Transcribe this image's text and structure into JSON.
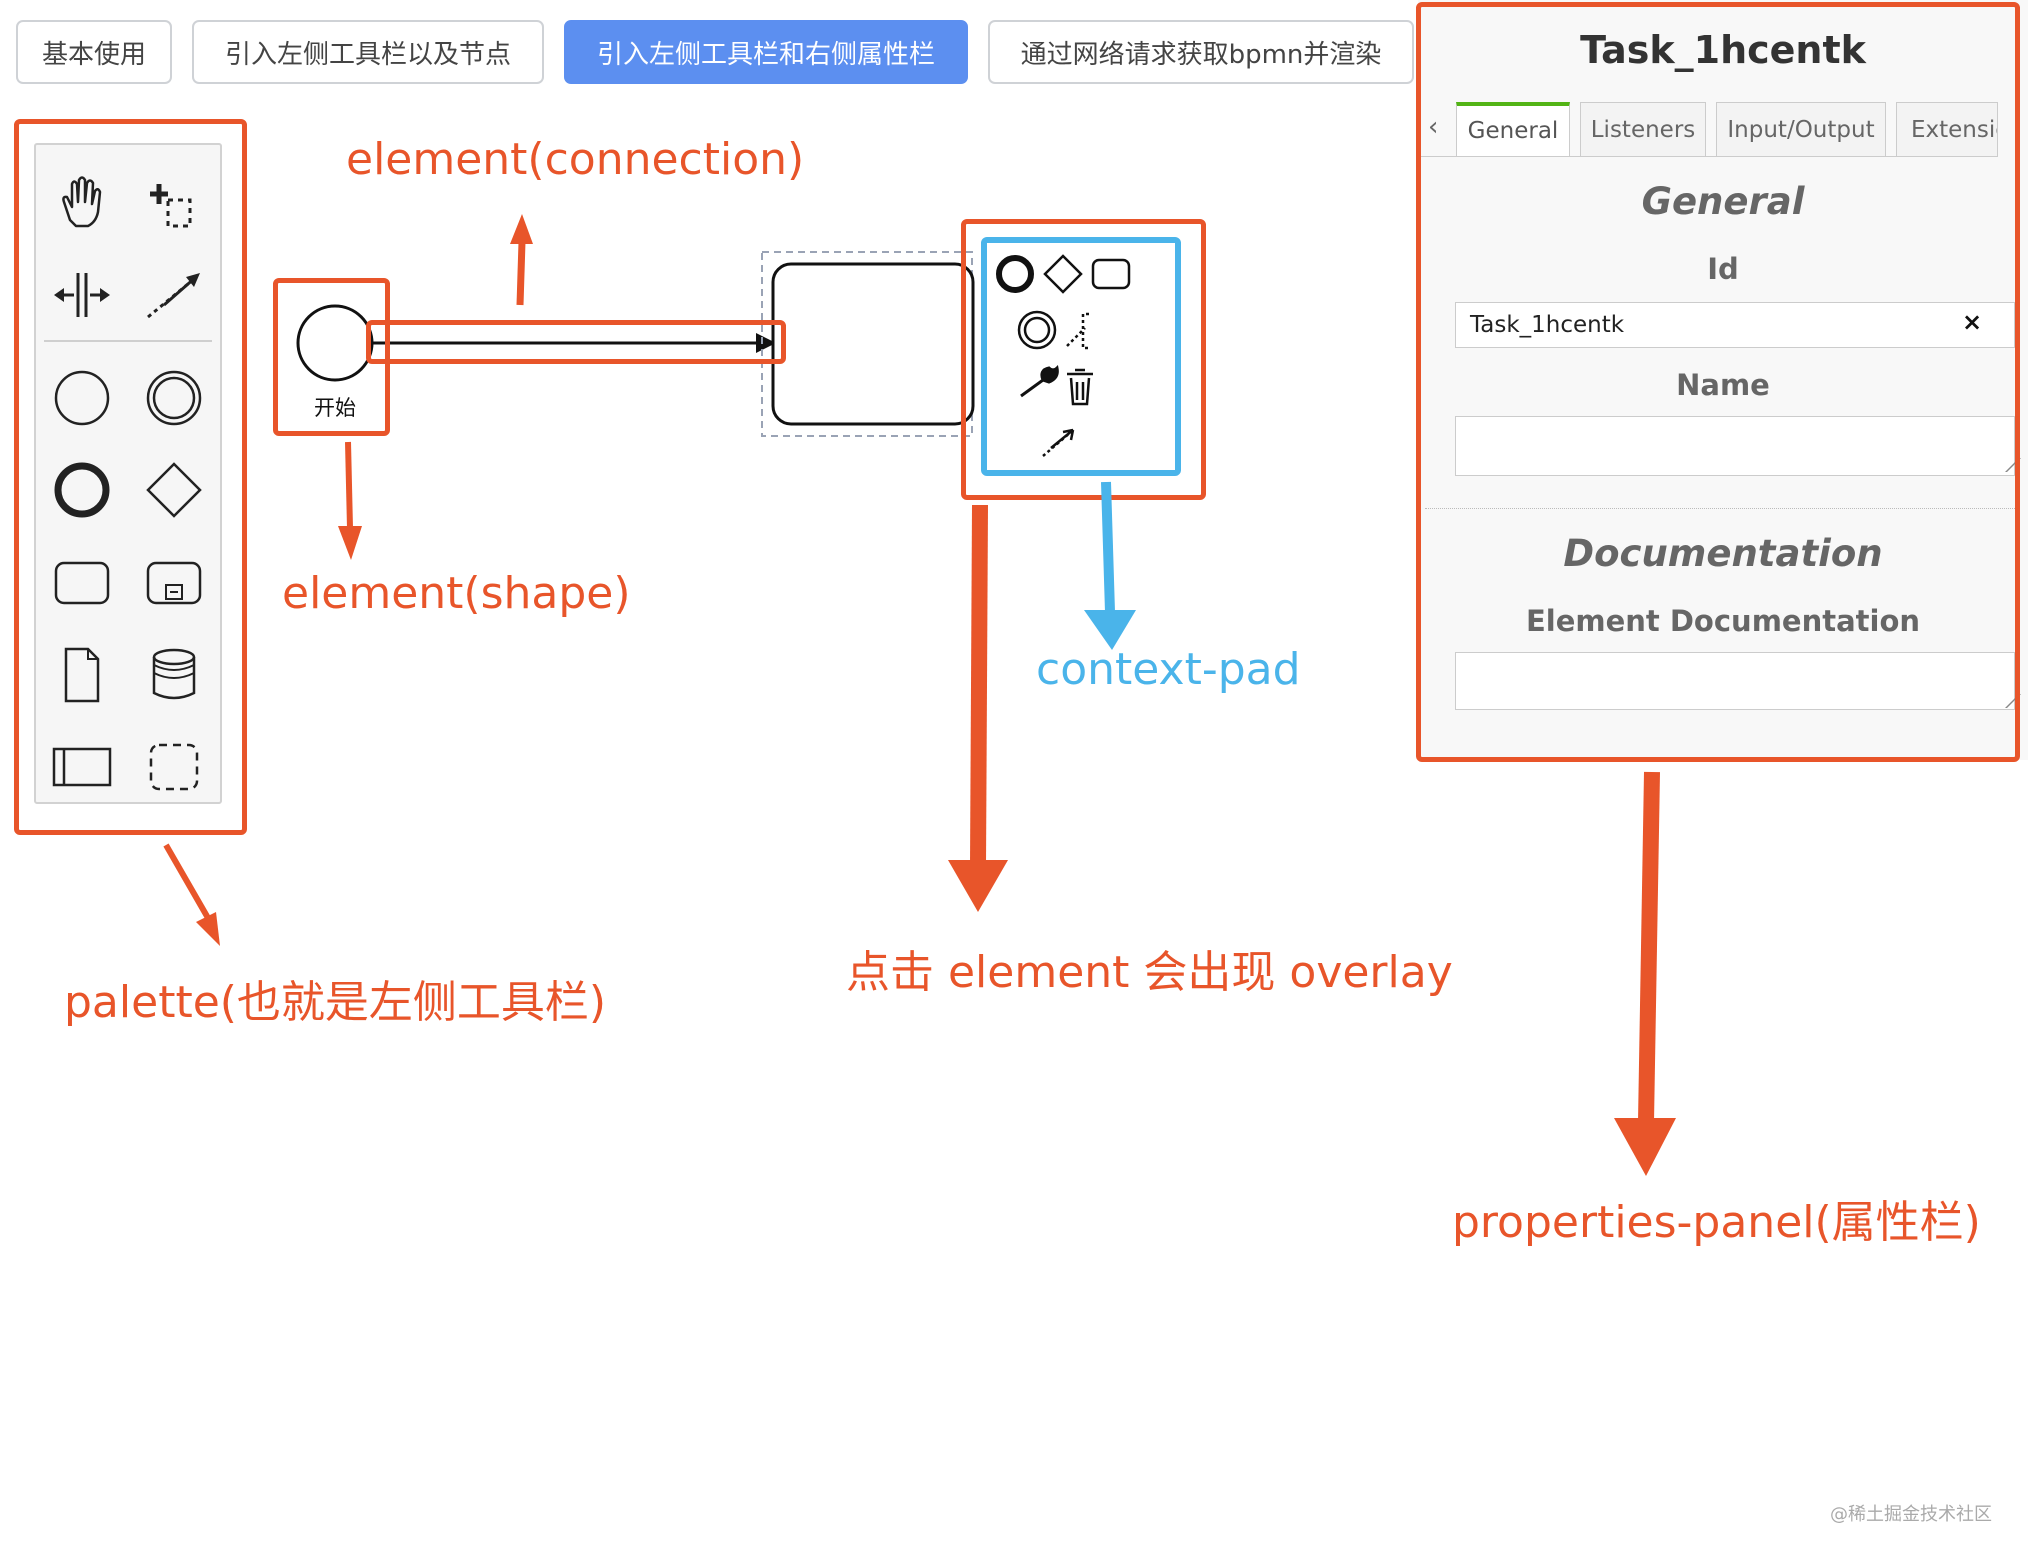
{
  "toolbar": {
    "btn_basic": "基本使用",
    "btn_palette_nodes": "引入左侧工具栏以及节点",
    "btn_palette_props": "引入左侧工具栏和右侧属性栏",
    "btn_network": "通过网络请求获取bpmn并渲染"
  },
  "palette": {
    "tools": [
      "hand-tool-icon",
      "lasso-tool-icon",
      "space-tool-icon",
      "global-connect-icon"
    ],
    "shapes": [
      "start-event-icon",
      "intermediate-event-icon",
      "end-event-icon",
      "gateway-icon",
      "task-icon",
      "subprocess-icon",
      "data-object-icon",
      "data-store-icon",
      "participant-icon",
      "group-icon"
    ]
  },
  "canvas": {
    "start_label": "开始"
  },
  "context_pad": {
    "icons": [
      "append-end-event-icon",
      "append-gateway-icon",
      "append-task-icon",
      "append-intermediate-event-icon",
      "text-annotation-icon",
      "change-type-icon",
      "delete-icon",
      "connect-icon"
    ]
  },
  "properties_panel": {
    "title": "Task_1hcentk",
    "tab_prev": "‹",
    "tabs": [
      "General",
      "Listeners",
      "Input/Output",
      "Extensic"
    ],
    "group_general": "General",
    "id_label": "Id",
    "id_value": "Task_1hcentk",
    "clear_symbol": "×",
    "name_label": "Name",
    "name_value": "",
    "group_documentation": "Documentation",
    "doc_label": "Element Documentation",
    "doc_value": ""
  },
  "annotations": {
    "connection": "element(connection)",
    "shape": "element(shape)",
    "context_pad": "context-pad",
    "overlay": "点击 element 会出现 overlay",
    "palette": "palette(也就是左侧工具栏)",
    "properties_panel": "properties-panel(属性栏)"
  },
  "colors": {
    "annotation_orange": "#e8552a",
    "annotation_blue": "#4ab4ea",
    "active_button": "#5c8ff0",
    "active_tab_accent": "#52b415"
  },
  "watermark": "@稀土掘金技术社区"
}
